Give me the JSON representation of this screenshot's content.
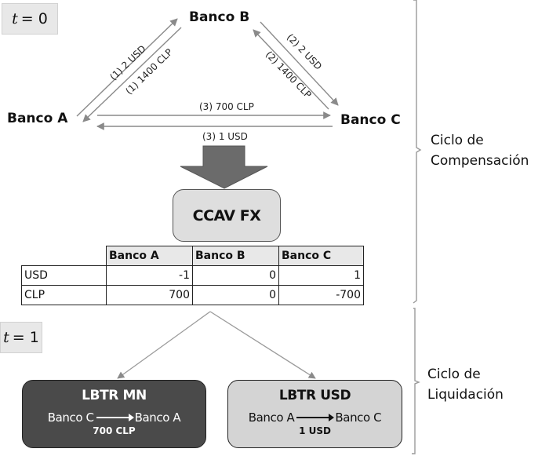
{
  "time_labels": {
    "t0_var": "t",
    "t0_rest": "= 0",
    "t1_var": "t",
    "t1_rest": "= 1"
  },
  "banks": {
    "a": "Banco A",
    "b": "Banco B",
    "c": "Banco C"
  },
  "edges": {
    "ab_usd": "(1) 2 USD",
    "ba_clp": "(1) 1400 CLP",
    "bc_usd": "(2) 2 USD",
    "cb_clp": "(2) 1400 CLP",
    "ac_clp": "(3) 700 CLP",
    "ca_usd": "(3) 1 USD"
  },
  "ccav": {
    "label": "CCAV FX"
  },
  "net_table": {
    "headers": [
      "",
      "Banco A",
      "Banco B",
      "Banco C"
    ],
    "rows": [
      {
        "currency": "USD",
        "values": [
          "-1",
          "0",
          "1"
        ]
      },
      {
        "currency": "CLP",
        "values": [
          "700",
          "0",
          "-700"
        ]
      }
    ]
  },
  "lbtr_mn": {
    "title": "LBTR MN",
    "from": "Banco C",
    "to": "Banco A",
    "amount": "700 CLP"
  },
  "lbtr_usd": {
    "title": "LBTR USD",
    "from": "Banco A",
    "to": "Banco C",
    "amount": "1 USD"
  },
  "cycles": {
    "compensation_line1": "Ciclo de",
    "compensation_line2": "Compensación",
    "settlement_line1": "Ciclo de",
    "settlement_line2": "Liquidación"
  },
  "colors": {
    "arrow": "#8a8a8a",
    "big_arrow": "#6b6b6b",
    "lbtr_mn_bg": "#4a4a4a",
    "lbtr_usd_bg": "#d4d4d4",
    "box_bg": "#dedede"
  }
}
